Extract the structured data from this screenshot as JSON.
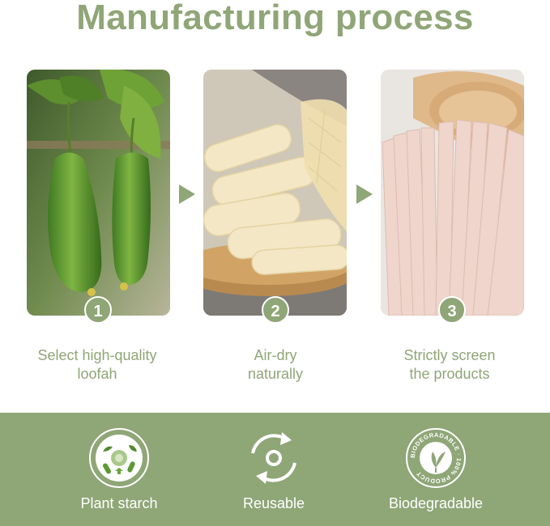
{
  "title": "Manufacturing process",
  "colors": {
    "accent": "#8fa677",
    "band": "#8fa677",
    "text_on_band": "#ffffff"
  },
  "steps": [
    {
      "number": "1",
      "line1": "Select high-quality",
      "line2": "loofah",
      "image": "loofah-gourds-on-vine"
    },
    {
      "number": "2",
      "line1": "Air-dry",
      "line2": "naturally",
      "image": "dried-loofah-sponges-in-bowl"
    },
    {
      "number": "3",
      "line1": "Strictly screen",
      "line2": "the products",
      "image": "loofah-strips-on-wooden-tray"
    }
  ],
  "features": [
    {
      "label": "Plant starch",
      "icon": "plant-starch-icon"
    },
    {
      "label": "Reusable",
      "icon": "recycle-arrows-icon"
    },
    {
      "label": "Biodegradable",
      "icon": "biodegradable-seal-icon",
      "seal_text": "BIODEGRADABLE · 100% PRODUCT"
    }
  ]
}
